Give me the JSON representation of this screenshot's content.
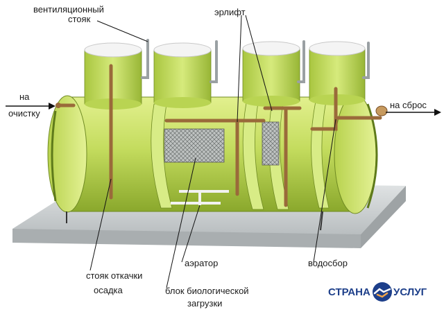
{
  "labels": {
    "vent_line1": "вентиляционный",
    "vent_line2": "стояк",
    "airlift": "эрлифт",
    "inlet_line1": "на",
    "inlet_line2": "очистку",
    "outlet": "на сброс",
    "aerator": "аэратор",
    "sludge_line1": "стояк откачки",
    "sludge_line2": "осадка",
    "bio_line1": "блок биологической",
    "bio_line2": "загрузки",
    "water_intake": "водосбор"
  },
  "logo": {
    "left_word": "СТРАНА",
    "right_word": "УСЛУГ",
    "icon": "handshake-icon"
  },
  "colors": {
    "tank": "#c9e06a",
    "tank_dark": "#8fae2e",
    "pipe": "#9a6a3a",
    "slab": "#d8dcdd",
    "brand": "#1d3f8a"
  }
}
